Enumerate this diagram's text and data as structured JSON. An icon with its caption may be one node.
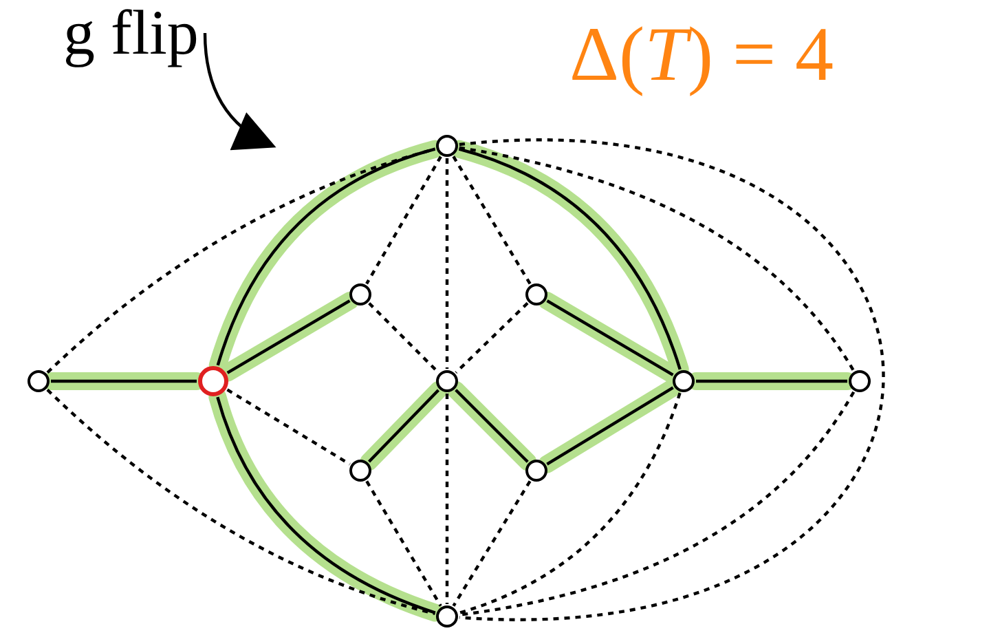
{
  "diagram": {
    "nodes": [
      {
        "text": [],
        "shape": "circle"
      },
      {
        "text": [],
        "shape": "circle"
      },
      {
        "text": [],
        "shape": "circle"
      },
      {
        "text": [],
        "shape": "circle"
      },
      {
        "text": [],
        "shape": "circle"
      },
      {
        "text": [],
        "shape": "circle"
      },
      {
        "text": [],
        "shape": "circle"
      },
      {
        "text": [],
        "shape": "circle"
      },
      {
        "text": [],
        "shape": "circle"
      },
      {
        "text": [],
        "shape": "circle"
      },
      {
        "text": [],
        "shape": "circle"
      },
      {
        "text": [
          "g flip"
        ]
      }
    ],
    "edges": [
      {
        "from": 1,
        "to": 2,
        "arrow": "none"
      },
      {
        "from": 2,
        "to": 0,
        "arrow": "none"
      },
      {
        "from": 0,
        "to": 8,
        "arrow": "none"
      },
      {
        "from": 8,
        "to": 9,
        "arrow": "none"
      },
      {
        "from": 2,
        "to": 3,
        "arrow": "none"
      },
      {
        "from": 2,
        "to": 10,
        "arrow": "none"
      },
      {
        "from": 6,
        "to": 5,
        "arrow": "none"
      },
      {
        "from": 5,
        "to": 7,
        "arrow": "none"
      },
      {
        "from": 7,
        "to": 8,
        "arrow": "none"
      },
      {
        "from": 4,
        "to": 8,
        "arrow": "none"
      },
      {
        "from": 1,
        "to": 0,
        "arrow": "none",
        "style": "dashed"
      },
      {
        "from": 1,
        "to": 10,
        "arrow": "none",
        "style": "dashed"
      },
      {
        "from": 0,
        "to": 3,
        "arrow": "none",
        "style": "dashed"
      },
      {
        "from": 0,
        "to": 5,
        "arrow": "none",
        "style": "dashed"
      },
      {
        "from": 0,
        "to": 4,
        "arrow": "none",
        "style": "dashed"
      },
      {
        "from": 3,
        "to": 5,
        "arrow": "none",
        "style": "dashed"
      },
      {
        "from": 4,
        "to": 5,
        "arrow": "none",
        "style": "dashed"
      },
      {
        "from": 2,
        "to": 6,
        "arrow": "none",
        "style": "dashed"
      },
      {
        "from": 6,
        "to": 10,
        "arrow": "none",
        "style": "dashed"
      },
      {
        "from": 5,
        "to": 10,
        "arrow": "none",
        "style": "dashed"
      },
      {
        "from": 7,
        "to": 10,
        "arrow": "none",
        "style": "dashed"
      },
      {
        "from": 8,
        "to": 10,
        "arrow": "none",
        "style": "dashed"
      },
      {
        "from": 9,
        "to": 10,
        "arrow": "none",
        "style": "dashed"
      },
      {
        "from": 0,
        "to": 9,
        "arrow": "none",
        "style": "dashed"
      },
      {
        "from": 0,
        "to": 10,
        "arrow": "none",
        "style": "dashed"
      },
      {
        "from": 11,
        "to": null,
        "arrow": "to"
      }
    ],
    "labels": [
      "Δ(*T*) = 4"
    ]
  }
}
